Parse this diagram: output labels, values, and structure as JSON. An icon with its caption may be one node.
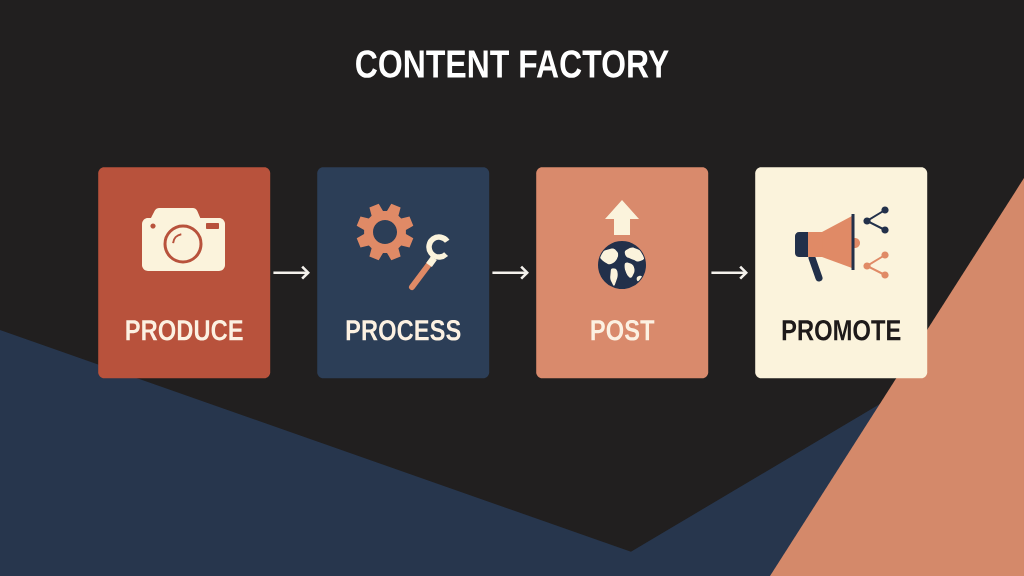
{
  "diagram": {
    "title": "CONTENT FACTORY",
    "nodes": [
      {
        "text": [
          "PRODUCE"
        ]
      },
      {
        "text": [
          "PROCESS"
        ]
      },
      {
        "text": [
          "POST"
        ]
      },
      {
        "text": [
          "PROMOTE"
        ]
      }
    ],
    "edges": [
      {
        "from": 0,
        "to": 1,
        "arrow": "to"
      },
      {
        "from": 1,
        "to": 2,
        "arrow": "to"
      },
      {
        "from": 2,
        "to": 3,
        "arrow": "to"
      }
    ]
  }
}
